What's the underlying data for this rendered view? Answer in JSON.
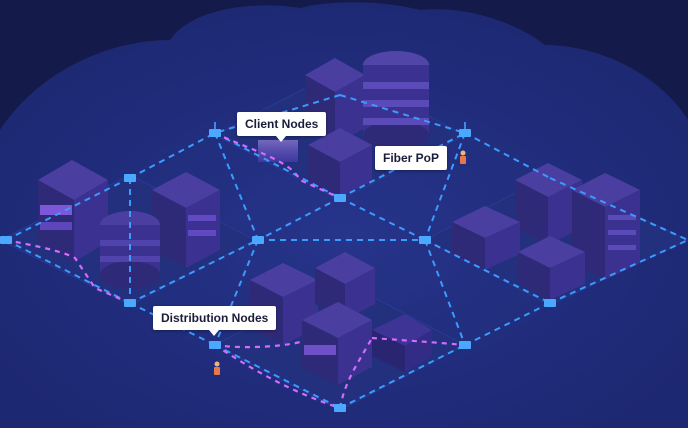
{
  "labels": {
    "client_nodes": "Client Nodes",
    "fiber_pop": "Fiber PoP",
    "distribution_nodes": "Distribution Nodes"
  },
  "colors": {
    "background_outer": "#141a4a",
    "background_cloud": "#1e2a76",
    "ground": "#222e7e",
    "building_top": "#4a3fa0",
    "building_left": "#2f2a78",
    "building_right": "#3a3190",
    "window_glow": "#9d6bff",
    "link_blue": "#3a9cff",
    "link_pink": "#d46bff",
    "node_blue": "#4aa8ff",
    "label_bg": "#ffffff",
    "label_text": "#1b1d3a"
  },
  "icons": {
    "node": "network-node-icon",
    "technician": "technician-icon"
  }
}
